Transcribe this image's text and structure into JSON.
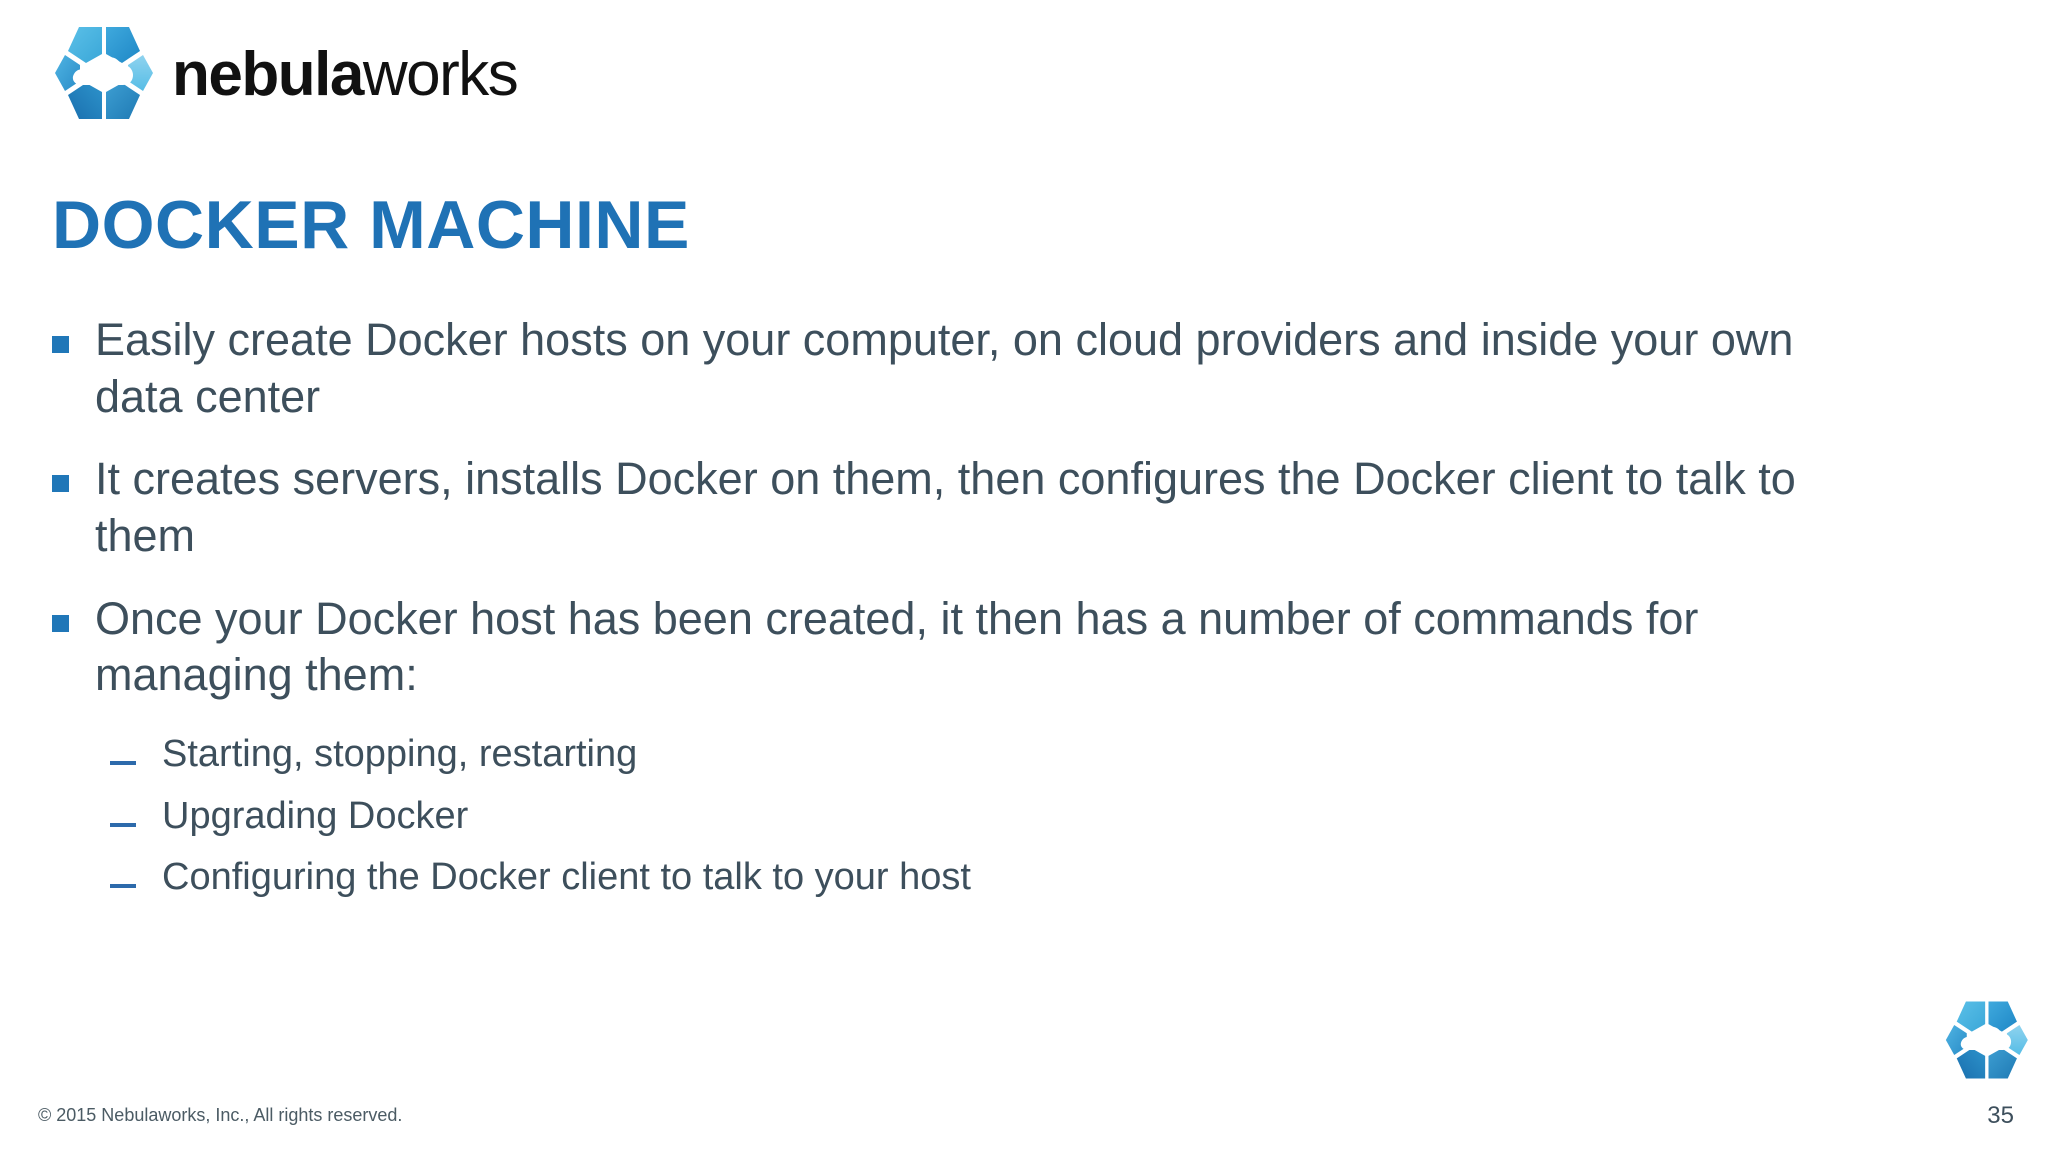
{
  "brand": {
    "logo_icon": "nebulaworks-hexagon-cloud-logo",
    "wordmark_bold": "nebula",
    "wordmark_light": "works",
    "accent_blue": "#1f72b5",
    "bullet_blue": "#2077b8",
    "dash_blue": "#2d6aab",
    "text_color": "#3d4f5c"
  },
  "slide": {
    "title": "DOCKER MACHINE",
    "bullets": [
      {
        "marker": "square-bullet-icon",
        "text": "Easily create Docker hosts on your computer, on cloud providers and inside your own data center",
        "sub_items": []
      },
      {
        "marker": "square-bullet-icon",
        "text": "It creates servers, installs Docker on them, then configures the Docker client to talk to them",
        "sub_items": []
      },
      {
        "marker": "square-bullet-icon",
        "text": "Once your Docker host has been created, it then has a number of commands for managing them:",
        "sub_items": [
          {
            "marker": "dash-bullet-icon",
            "text": "Starting, stopping, restarting"
          },
          {
            "marker": "dash-bullet-icon",
            "text": "Upgrading Docker"
          },
          {
            "marker": "dash-bullet-icon",
            "text": "Configuring the Docker client to talk to your host"
          }
        ]
      }
    ]
  },
  "footer": {
    "copyright": "© 2015 Nebulaworks, Inc., All rights reserved.",
    "page_number": "35",
    "logo_icon": "nebulaworks-hexagon-cloud-logo"
  }
}
